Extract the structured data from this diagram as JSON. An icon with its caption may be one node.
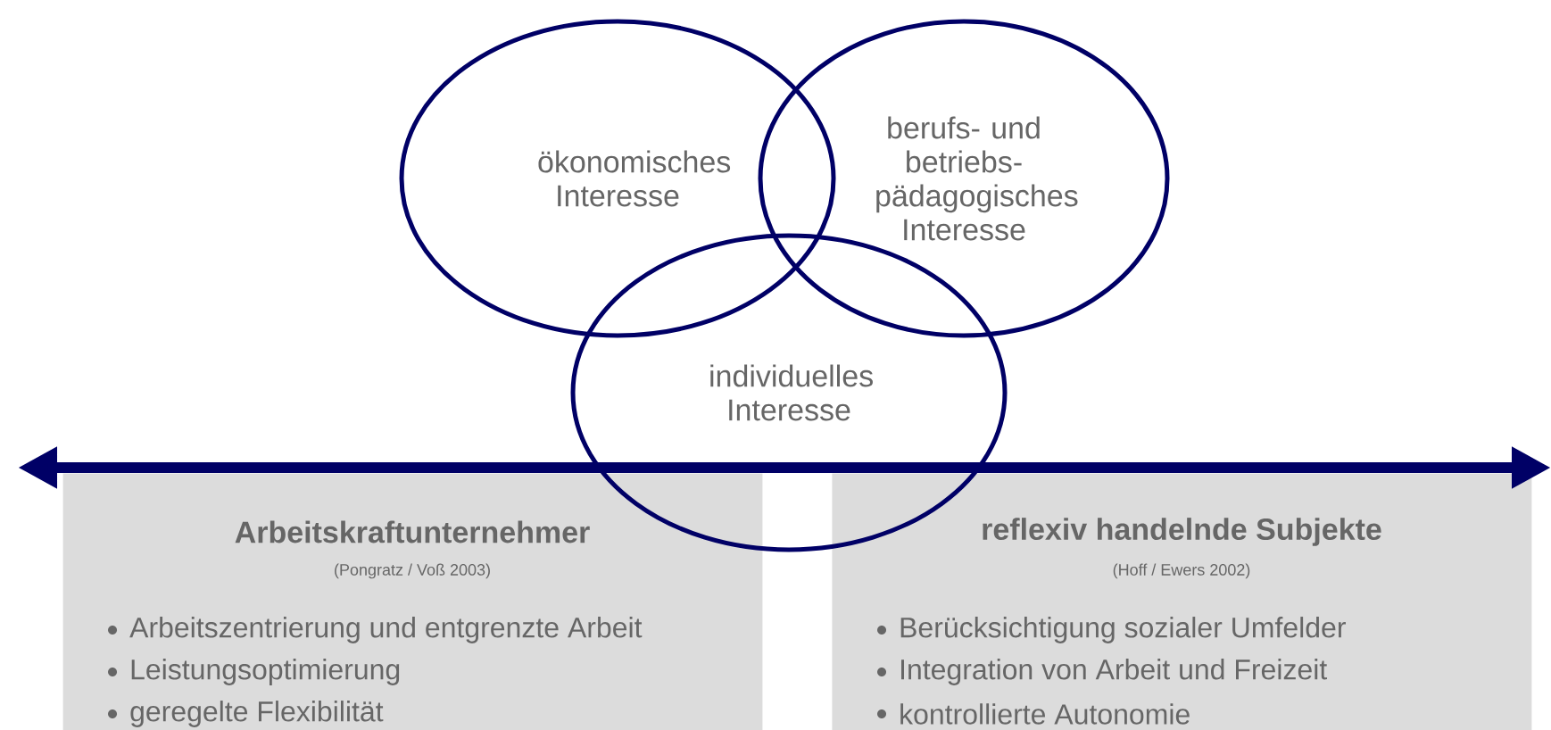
{
  "diagram": {
    "nodes": [
      {
        "text": [
          "ökonomisches Interesse"
        ]
      },
      {
        "text": [
          "berufs- und betriebs- pädagogisches Interesse"
        ]
      },
      {
        "text": [
          "individuelles Interesse"
        ]
      },
      {
        "text": [
          "Arbeitskraftunternehmer",
          "(Pongratz / Voß 2003)",
          "Arbeitszentrierung und entgrenzte Arbeit",
          "Leistungsoptimierung",
          "geregelte Flexibilität"
        ]
      },
      {
        "text": [
          "reflexiv handelnde Subjekte",
          "(Hoff / Ewers 2002)",
          "Berücksichtigung sozialer Umfelder",
          "Integration von Arbeit und Freizeit",
          "kontrollierte Autonomie"
        ]
      }
    ],
    "edges": []
  }
}
